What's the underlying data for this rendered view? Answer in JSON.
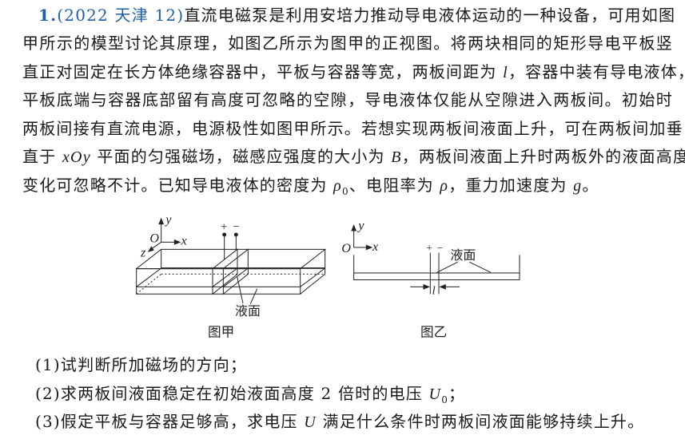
{
  "problem": {
    "number": "1.",
    "source": "(2022 天津 12)",
    "lines": [
      "直流电磁泵是利用安培力推动导电液体运动的一种设备，可用如图",
      "甲所示的模型讨论其原理，如图乙所示为图甲的正视图。将两块相同的矩形导电平板竖",
      "直正对固定在长方体绝缘容器中，平板与容器等宽，两板间距为 ",
      "，容器中装有导电液体，",
      "平板底端与容器底部留有高度可忽略的空隙，导电液体仅能从空隙进入两板间。初始时",
      "两板间接有直流电源，电源极性如图甲所示。若想实现两板间液面上升，可在两板间加垂",
      "直于 ",
      " 平面的匀强磁场，磁感应强度的大小为 ",
      "，两板间液面上升时两板外的液面高度",
      "变化可忽略不计。已知导电液体的密度为 ",
      "、电阻率为 ",
      "，重力加速度为 ",
      "。"
    ],
    "symbols": {
      "l": "l",
      "xOy": "xOy",
      "B": "B",
      "rho0": "ρ",
      "rho0_sub": "0",
      "rho": "ρ",
      "g": "g"
    }
  },
  "figures": {
    "fig_a": {
      "caption": "图甲",
      "axis_y": "y",
      "axis_x": "x",
      "axis_z": "z",
      "origin": "O",
      "plus": "+",
      "minus": "−",
      "liquid_label": "液面"
    },
    "fig_b": {
      "caption": "图乙",
      "axis_y": "y",
      "axis_x": "x",
      "origin": "O",
      "plus": "+",
      "minus": "−",
      "liquid_label": "液面",
      "gap_label": "l"
    }
  },
  "questions": [
    {
      "prefix": "(1)试判断所加磁场的方向；"
    },
    {
      "prefix": "(2)求两板间液面稳定在初始液面高度 2 倍时的电压 ",
      "sym": "U",
      "sub": "0",
      "suffix": "；"
    },
    {
      "prefix": "(3)假定平板与容器足够高，求电压 ",
      "sym": "U",
      "suffix": " 满足什么条件时两板间液面能够持续上升。"
    }
  ]
}
